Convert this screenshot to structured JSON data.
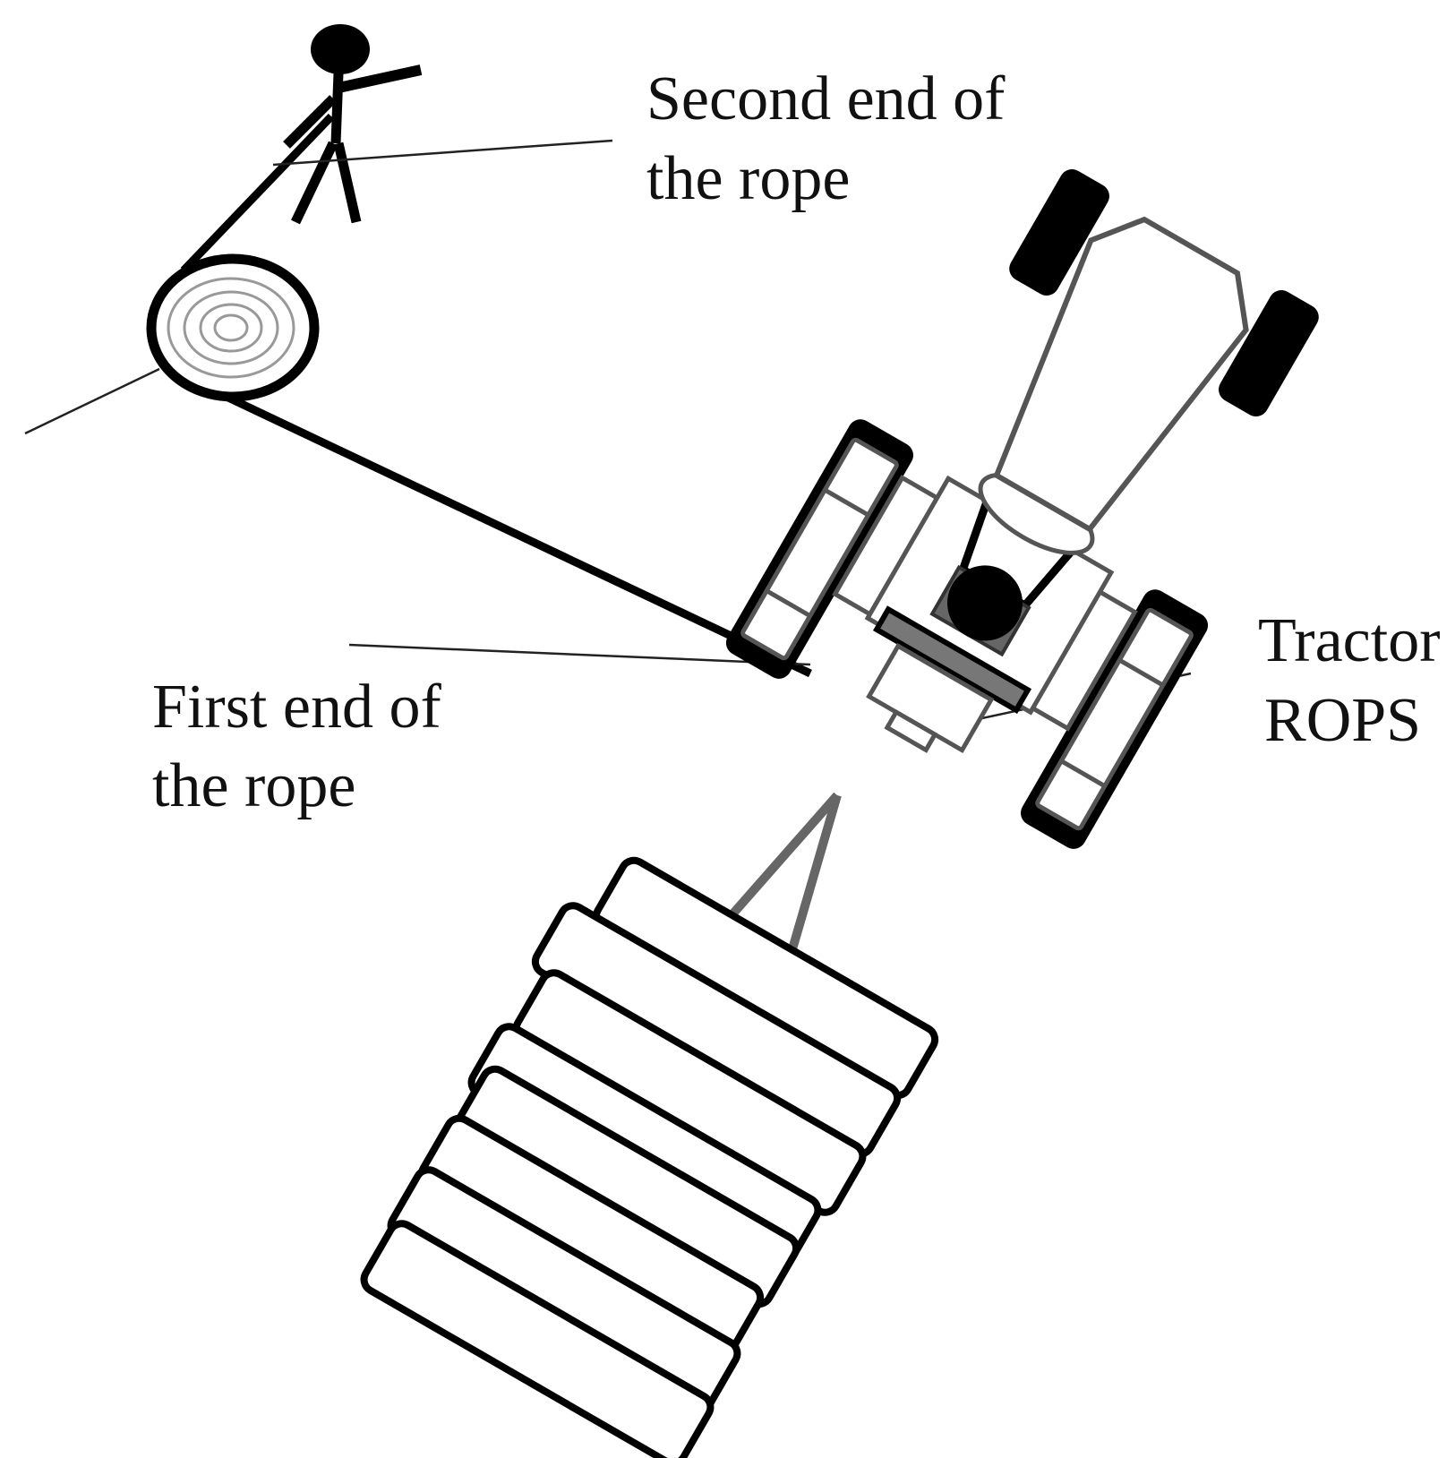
{
  "labels": {
    "second_end_line1": "Second end of",
    "second_end_line2": "the rope",
    "first_end_line1": "First end of",
    "first_end_line2": "the rope",
    "tractor_line1": "Tractor",
    "tractor_line2": "ROPS"
  },
  "colors": {
    "ink": "#000000",
    "tractor_outline": "#555555",
    "rops_bar": "#777777",
    "pulley_rings": "#999999",
    "background": "#ffffff"
  }
}
